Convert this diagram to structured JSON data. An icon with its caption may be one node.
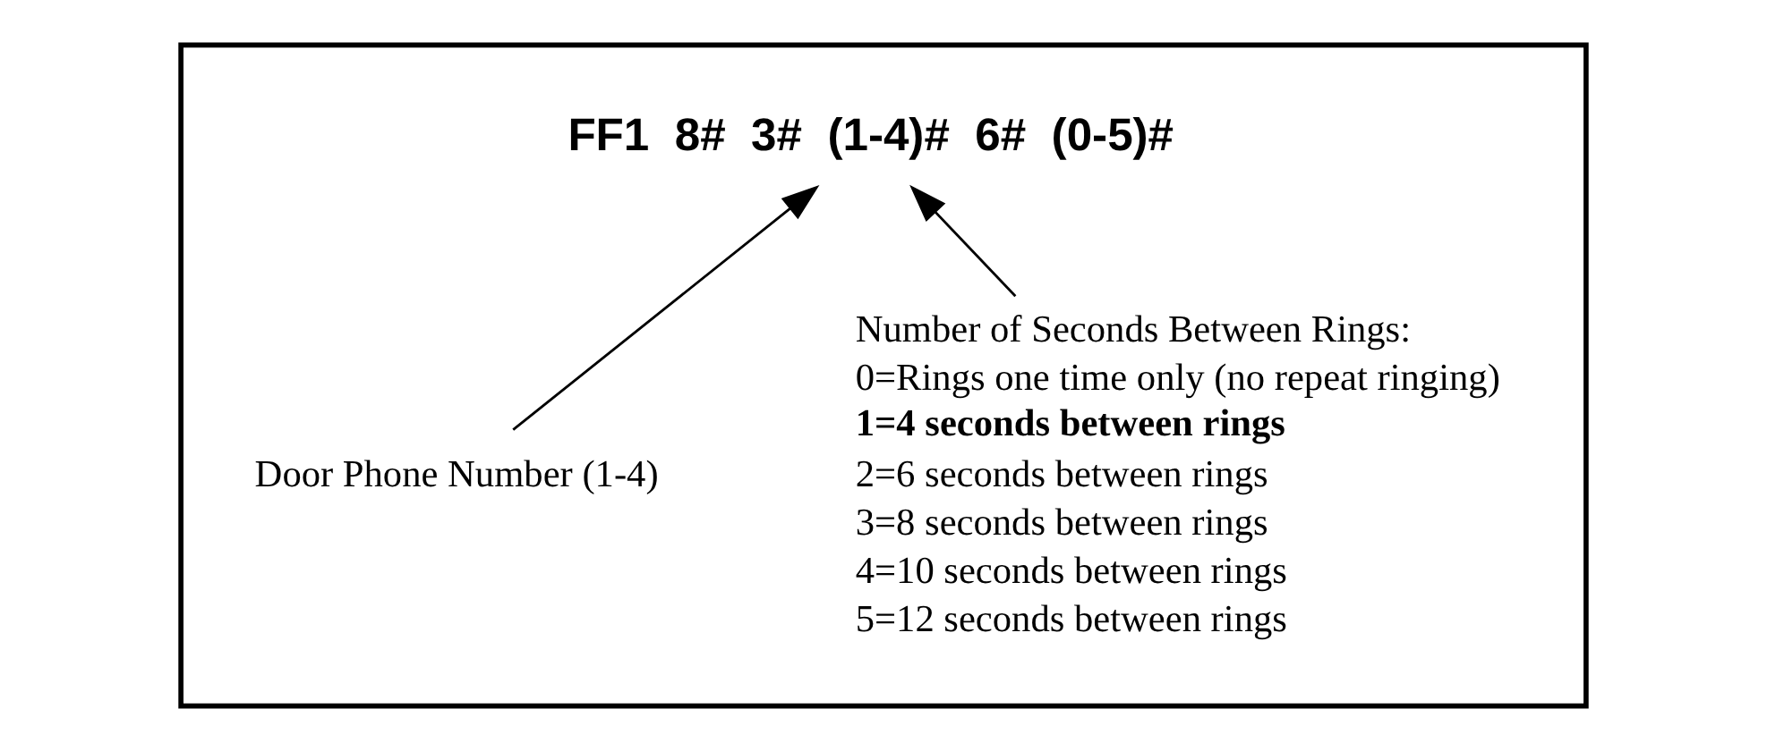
{
  "diagram": {
    "nodes": [
      {
        "text": [],
        "shape": "box"
      },
      {
        "text": [
          "FF1  8#  3#  (1-4)#  6#  (0-5)#"
        ],
        "in": 0
      },
      {
        "text": [
          "Door Phone Number (1-4)"
        ],
        "in": 0
      },
      {
        "text": [
          "Number of Seconds Between Rings:",
          "0=Rings one time only (no repeat ringing)",
          "**1=4 seconds between rings**",
          "2=6 seconds between rings",
          "3=8 seconds between rings",
          "4=10 seconds between rings",
          "5=12 seconds between rings"
        ],
        "in": 0
      }
    ],
    "edges": [
      {
        "from": 2,
        "to": 1,
        "arrow": "to"
      },
      {
        "from": 3,
        "to": 1,
        "arrow": "to"
      }
    ]
  }
}
